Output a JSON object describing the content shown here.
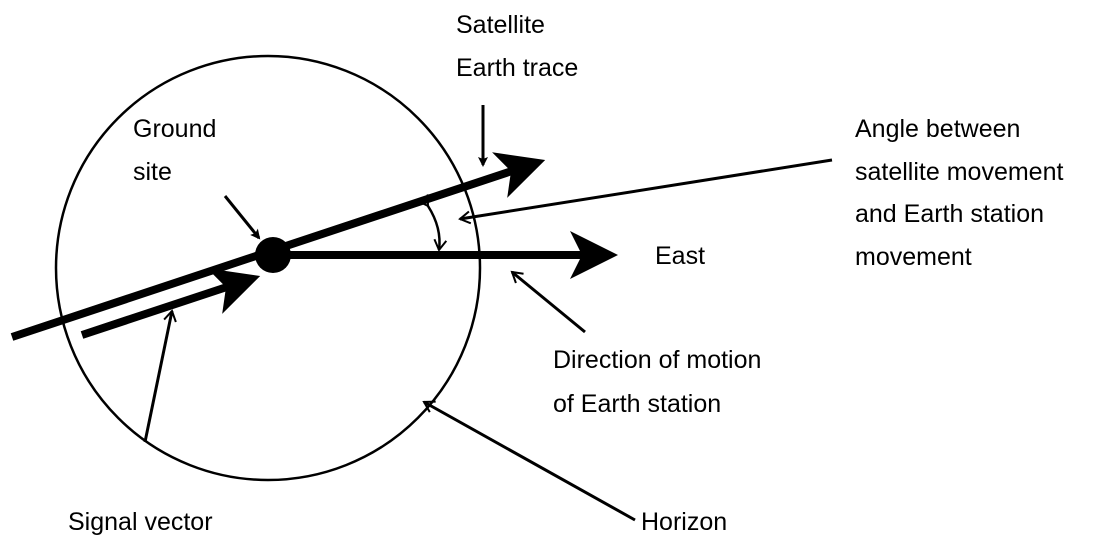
{
  "labels": {
    "satellite_trace": [
      "Satellite",
      "Earth trace"
    ],
    "ground_site": [
      "Ground",
      "site"
    ],
    "angle": [
      "Angle between",
      "satellite movement",
      "and Earth station",
      "movement"
    ],
    "east": "East",
    "direction": [
      "Direction of motion",
      "of Earth station"
    ],
    "signal_vector": "Signal vector",
    "horizon": "Horizon"
  },
  "colors": {
    "ink": "#000000",
    "background": "#ffffff"
  }
}
